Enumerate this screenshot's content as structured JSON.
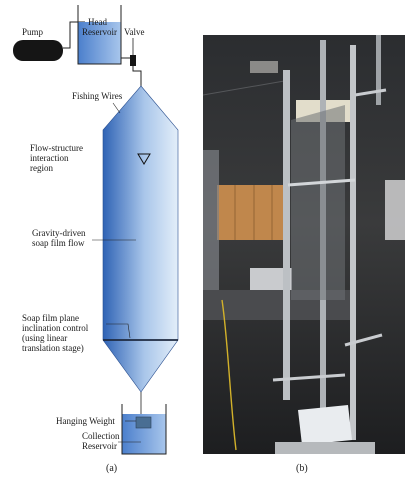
{
  "diagram": {
    "labels": {
      "pump": "Pump",
      "head_reservoir_1": "Head",
      "head_reservoir_2": "Reservoir",
      "valve": "Valve",
      "fishing_wires": "Fishing Wires",
      "fsi_1": "Flow-structure",
      "fsi_2": "interaction",
      "fsi_3": "region",
      "gravity_1": "Gravity-driven",
      "gravity_2": "soap film flow",
      "incl_1": "Soap film plane",
      "incl_2": "inclination control",
      "incl_3": "(using linear",
      "incl_4": "translation stage)",
      "hanging_weight": "Hanging Weight",
      "collection_1": "Collection",
      "collection_2": "Reservoir"
    },
    "colors": {
      "water": "#3c72c2",
      "film_edge": "#2f63b5",
      "film_center": "#e3eef9",
      "pump": "#151515",
      "weight": "#496e93"
    }
  },
  "captions": {
    "a": "(a)",
    "b": "(b)"
  }
}
